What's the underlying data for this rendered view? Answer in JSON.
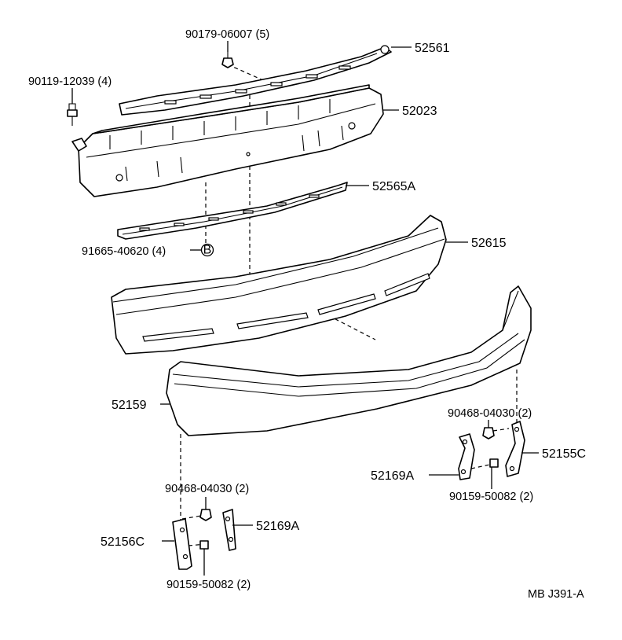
{
  "diagram": {
    "labels": {
      "bolt_top": "90179-06007 (5)",
      "bolt_left": "90119-12039 (4)",
      "reinforcement_top": "52561",
      "reinforcement_main": "52023",
      "retainer_lower": "52565A",
      "clip_b": "91665-40620 (4)",
      "clip_b_marker": "B",
      "absorber": "52615",
      "bumper_cover": "52159",
      "nut_right": "90468-04030 (2)",
      "bracket_right_c": "52155C",
      "bracket_right_a": "52169A",
      "screw_right": "90159-50082 (2)",
      "nut_left": "90468-04030 (2)",
      "bracket_left_a": "52169A",
      "bracket_left_c": "52156C",
      "screw_left": "90159-50082 (2)",
      "ref_code": "MB J391-A"
    },
    "colors": {
      "ink": "#000000",
      "paper": "#ffffff"
    }
  }
}
